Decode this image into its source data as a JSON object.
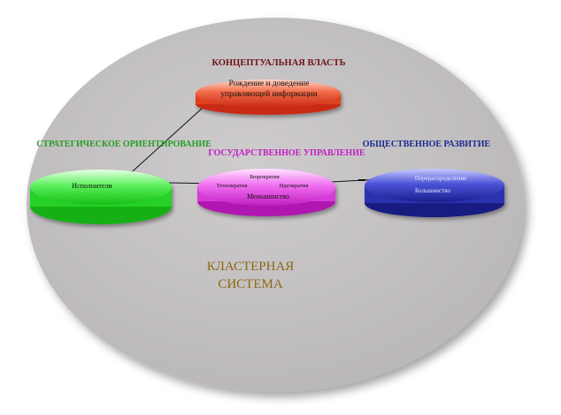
{
  "colors": {
    "background_ellipse": "#c3c0c2",
    "concept_node": "#e8472b",
    "strategic_node": "#3be83b",
    "state_node": "#e84be8",
    "social_node": "#2f36b8",
    "concept_heading": "#6e1316",
    "strategic_heading": "#22a022",
    "state_heading": "#c21ec2",
    "social_heading": "#1a2a8e",
    "cluster_text": "#8a6a12"
  },
  "headings": {
    "concept": "КОНЦЕПТУАЛЬНАЯ ВЛАСТЬ",
    "strategic": "СТРАТЕГИЧЕСКОЕ ОРИЕНТИРОВАНИЕ",
    "state": "ГОСУДАРСТВЕННОЕ УПРАВЛЕНИЕ",
    "social": "ОБЩЕСТВЕННОЕ РАЗВИТИЕ"
  },
  "nodes": {
    "concept": {
      "line1": "Рождение и доведение",
      "line2": "управляющей информации"
    },
    "strategic": {
      "label": "Исполнители"
    },
    "state": {
      "top": "Бюрократия",
      "left": "Технократия",
      "right": "Идеократия",
      "bottom": "Меньшинство"
    },
    "social": {
      "line1": "Перераспределение",
      "line2": "Большинство"
    }
  },
  "cluster": {
    "line1": "КЛАСТЕРНАЯ",
    "line2": "СИСТЕМА"
  }
}
